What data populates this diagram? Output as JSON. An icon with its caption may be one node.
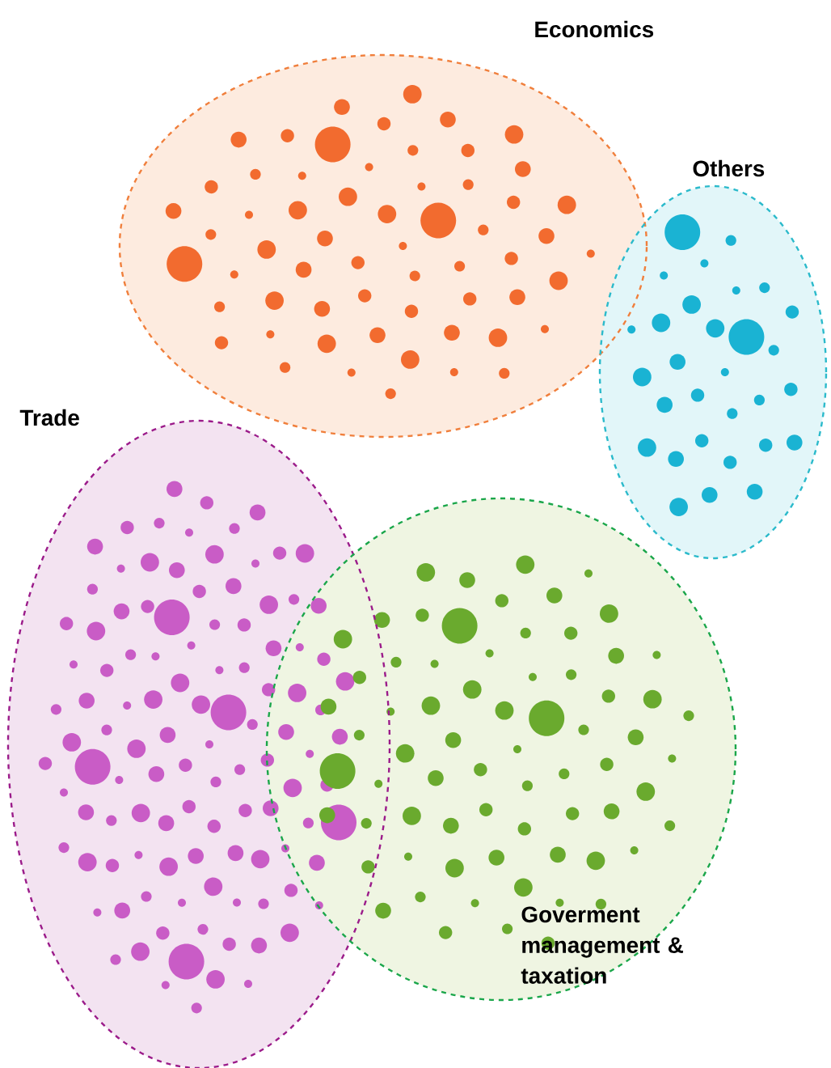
{
  "diagram": {
    "nodes": [
      {
        "text": [
          "Economics"
        ]
      },
      {
        "text": [
          "Others"
        ]
      },
      {
        "text": [
          "Trade"
        ]
      },
      {
        "text": [
          "Goverment management & taxation"
        ]
      }
    ]
  }
}
